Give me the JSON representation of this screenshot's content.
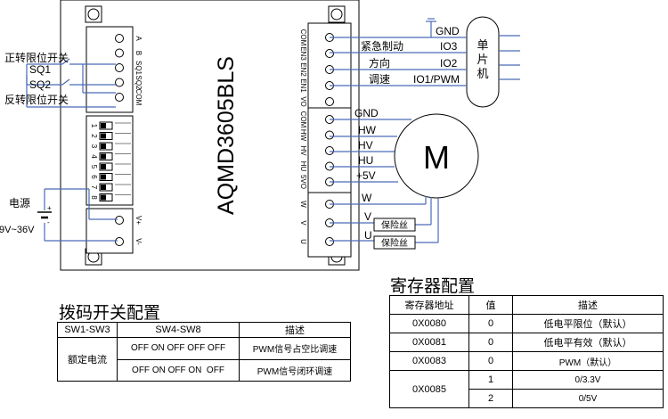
{
  "board": {
    "model": "AQMD3605BLS"
  },
  "left_terminals": [
    "A",
    "B",
    "SQ1",
    "SQ2",
    "COM"
  ],
  "dip_numbers": [
    "1",
    "2",
    "3",
    "4",
    "5",
    "6",
    "7",
    "8"
  ],
  "power_terminals": [
    "V+",
    "V-"
  ],
  "right_terminals_top": [
    "COM",
    "EN3",
    "EN2",
    "EN1",
    "VO"
  ],
  "right_terminals_mid": [
    "COM",
    "HW",
    "HV",
    "HU",
    "5VO"
  ],
  "right_terminals_bot": [
    "W",
    "V",
    "U"
  ],
  "left_labels": {
    "forward_limit": "正转限位开关",
    "sq1": "SQ1",
    "sq2": "SQ2",
    "reverse_limit": "反转限位开关",
    "power": "电源",
    "voltage": "9V~36V",
    "plus": "+",
    "minus": "-"
  },
  "mcu": {
    "title_chars": [
      "单",
      "片",
      "机"
    ],
    "gnd": "GND",
    "io3": "IO3",
    "io2": "IO2",
    "io1": "IO1/PWM",
    "emergency": "紧急制动",
    "direction": "方向",
    "speed": "调速"
  },
  "motor": {
    "label": "M",
    "gnd": "GND",
    "hw": "HW",
    "hv": "HV",
    "hu": "HU",
    "p5v": "+5V",
    "w": "W",
    "v": "V",
    "u": "U",
    "fuse": "保险丝"
  },
  "dip_config": {
    "title": "拨码开关配置",
    "headers": [
      "SW1-SW3",
      "SW4-SW8",
      "描述"
    ],
    "group_label": "额定电流",
    "rows": [
      {
        "sw4_8": "OFF ON OFF OFF OFF",
        "desc": "PWM信号占空比调速"
      },
      {
        "sw4_8": "OFF ON OFF ON  OFF",
        "desc": "PWM信号闭环调速"
      }
    ]
  },
  "register_config": {
    "title": "寄存器配置",
    "headers": [
      "寄存器地址",
      "值",
      "描述"
    ],
    "rows": [
      {
        "addr": "0X0080",
        "value": "0",
        "desc": "低电平限位（默认）"
      },
      {
        "addr": "0X0081",
        "value": "0",
        "desc": "低电平有效（默认）"
      },
      {
        "addr": "0X0083",
        "value": "0",
        "desc": "PWM（默认）"
      }
    ],
    "multi_row": {
      "addr": "0X0085",
      "options": [
        {
          "value": "1",
          "desc": "0/3.3V"
        },
        {
          "value": "2",
          "desc": "0/5V"
        }
      ]
    }
  }
}
